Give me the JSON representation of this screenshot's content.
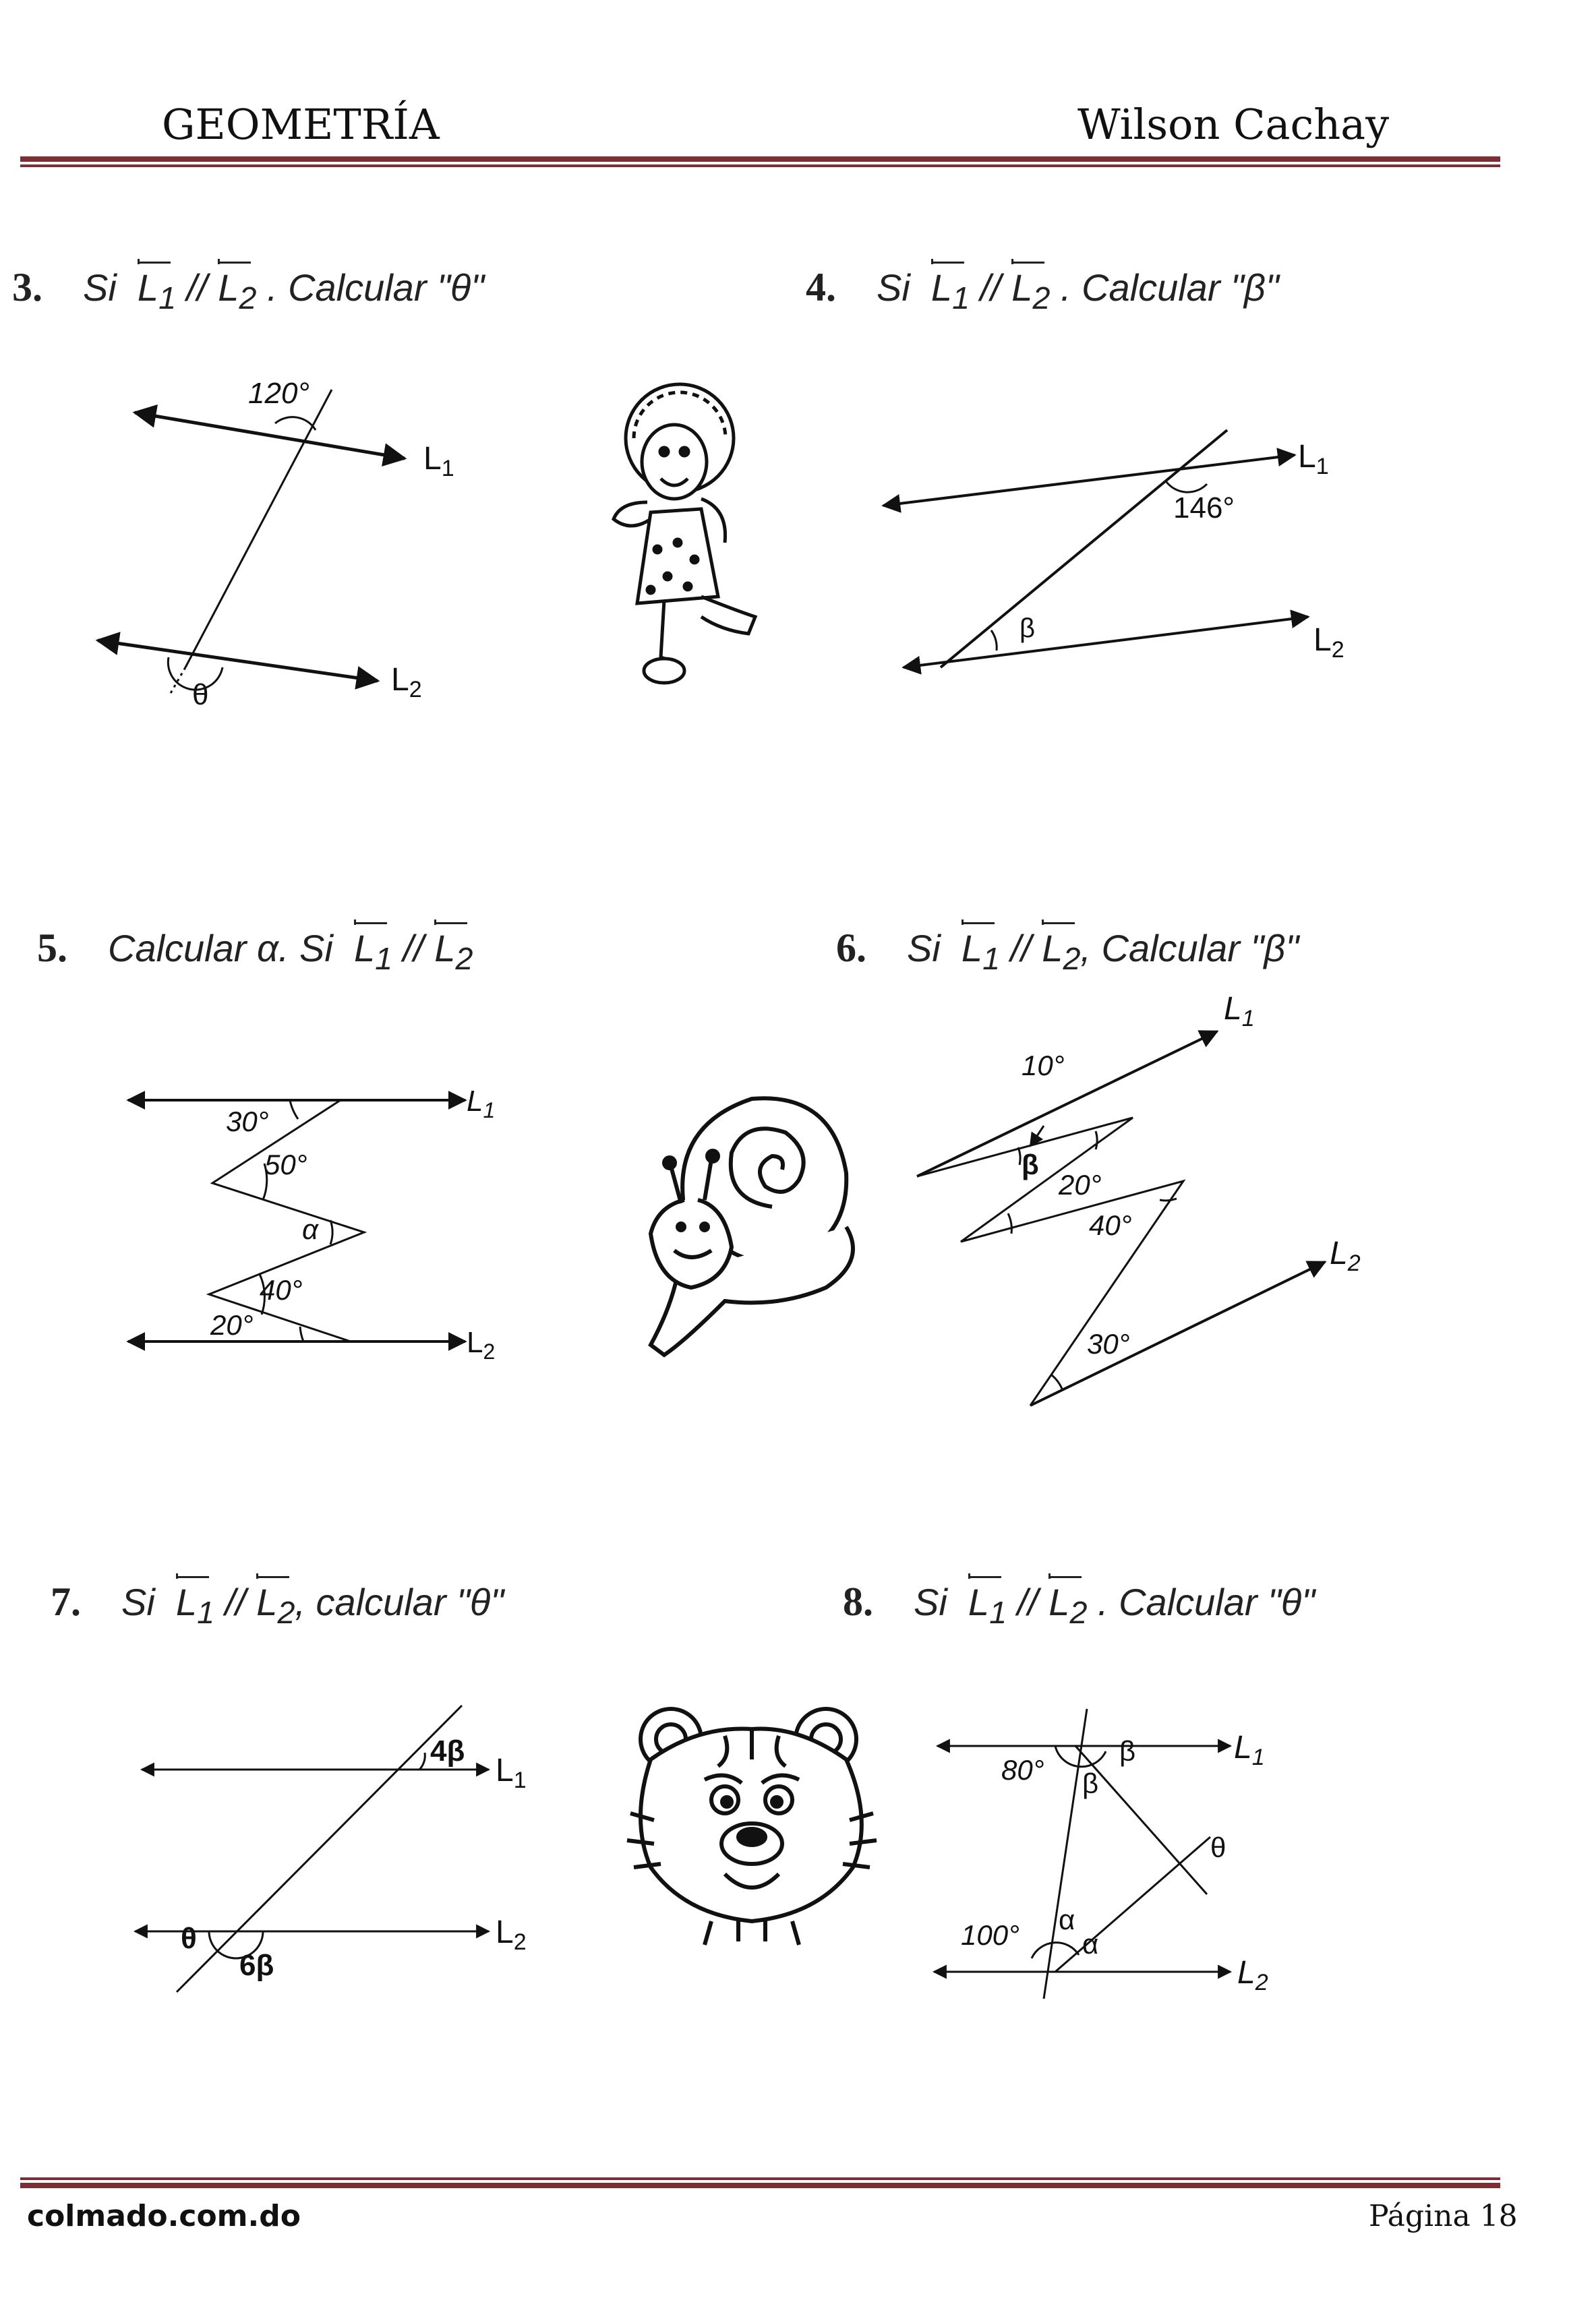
{
  "header": {
    "subject": "GEOMETRÍA",
    "author": "Wilson Cachay"
  },
  "problems": [
    {
      "number": "3.",
      "before": "Si",
      "l1": "L",
      "l1sub": "1",
      "sep": "//",
      "l2": "L",
      "l2sub": "2",
      "after": ". Calcular \"θ\"",
      "labels": {
        "angle": "120°",
        "line1": "L",
        "line1sub": "1",
        "line2": "L",
        "line2sub": "2",
        "unknown": "θ"
      }
    },
    {
      "number": "4.",
      "before": "Si",
      "l1": "L",
      "l1sub": "1",
      "sep": "//",
      "l2": "L",
      "l2sub": "2",
      "after": ". Calcular \"β\"",
      "labels": {
        "angle": "146°",
        "line1": "L",
        "line1sub": "1",
        "line2": "L",
        "line2sub": "2",
        "unknown": "β"
      }
    },
    {
      "number": "5.",
      "before": "Calcular α. Si",
      "l1": "L",
      "l1sub": "1",
      "sep": "//",
      "l2": "L",
      "l2sub": "2",
      "after": "",
      "labels": {
        "a1": "30°",
        "a2": "50°",
        "unknown": "α",
        "a3": "40°",
        "a4": "20°",
        "line1": "L",
        "line1sub": "1",
        "line2": "L",
        "line2sub": "2"
      }
    },
    {
      "number": "6.",
      "before": "Si",
      "l1": "L",
      "l1sub": "1",
      "sep": "//",
      "l2": "L",
      "l2sub": "2",
      "after": ", Calcular \"β\"",
      "labels": {
        "a1": "10°",
        "unknown": "β",
        "a2": "20°",
        "a3": "40°",
        "a4": "30°",
        "line1": "L",
        "line1sub": "1",
        "line2": "L",
        "line2sub": "2"
      }
    },
    {
      "number": "7.",
      "before": "Si",
      "l1": "L",
      "l1sub": "1",
      "sep": "//",
      "l2": "L",
      "l2sub": "2",
      "after": ", calcular \"θ\"",
      "labels": {
        "top": "4β",
        "unknown": "θ",
        "bottom": "6β",
        "line1": "L",
        "line1sub": "1",
        "line2": "L",
        "line2sub": "2"
      }
    },
    {
      "number": "8.",
      "before": "Si",
      "l1": "L",
      "l1sub": "1",
      "sep": "//",
      "l2": "L",
      "l2sub": "2",
      "after": ". Calcular \"θ\"",
      "labels": {
        "a1": "80°",
        "b1": "β",
        "b2": "β",
        "unknown": "θ",
        "al1": "α",
        "al2": "α",
        "a2": "100°",
        "line1": "L",
        "line1sub": "1",
        "line2": "L",
        "line2sub": "2"
      }
    }
  ],
  "footer": {
    "site": "colmado.com.do",
    "page": "Página 18"
  },
  "colors": {
    "rule": "#7b2e34"
  },
  "icons": [
    "girl-cartoon-icon",
    "snail-cartoon-icon",
    "tiger-cartoon-icon"
  ]
}
